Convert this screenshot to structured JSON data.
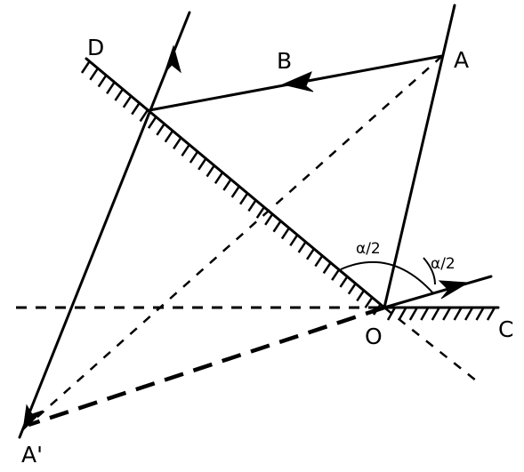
{
  "points": {
    "A": "A",
    "B": "B",
    "D": "D",
    "O": "O",
    "C": "C",
    "A_prime": "A'"
  },
  "angles": {
    "left": "α/2",
    "right": "α/2"
  }
}
